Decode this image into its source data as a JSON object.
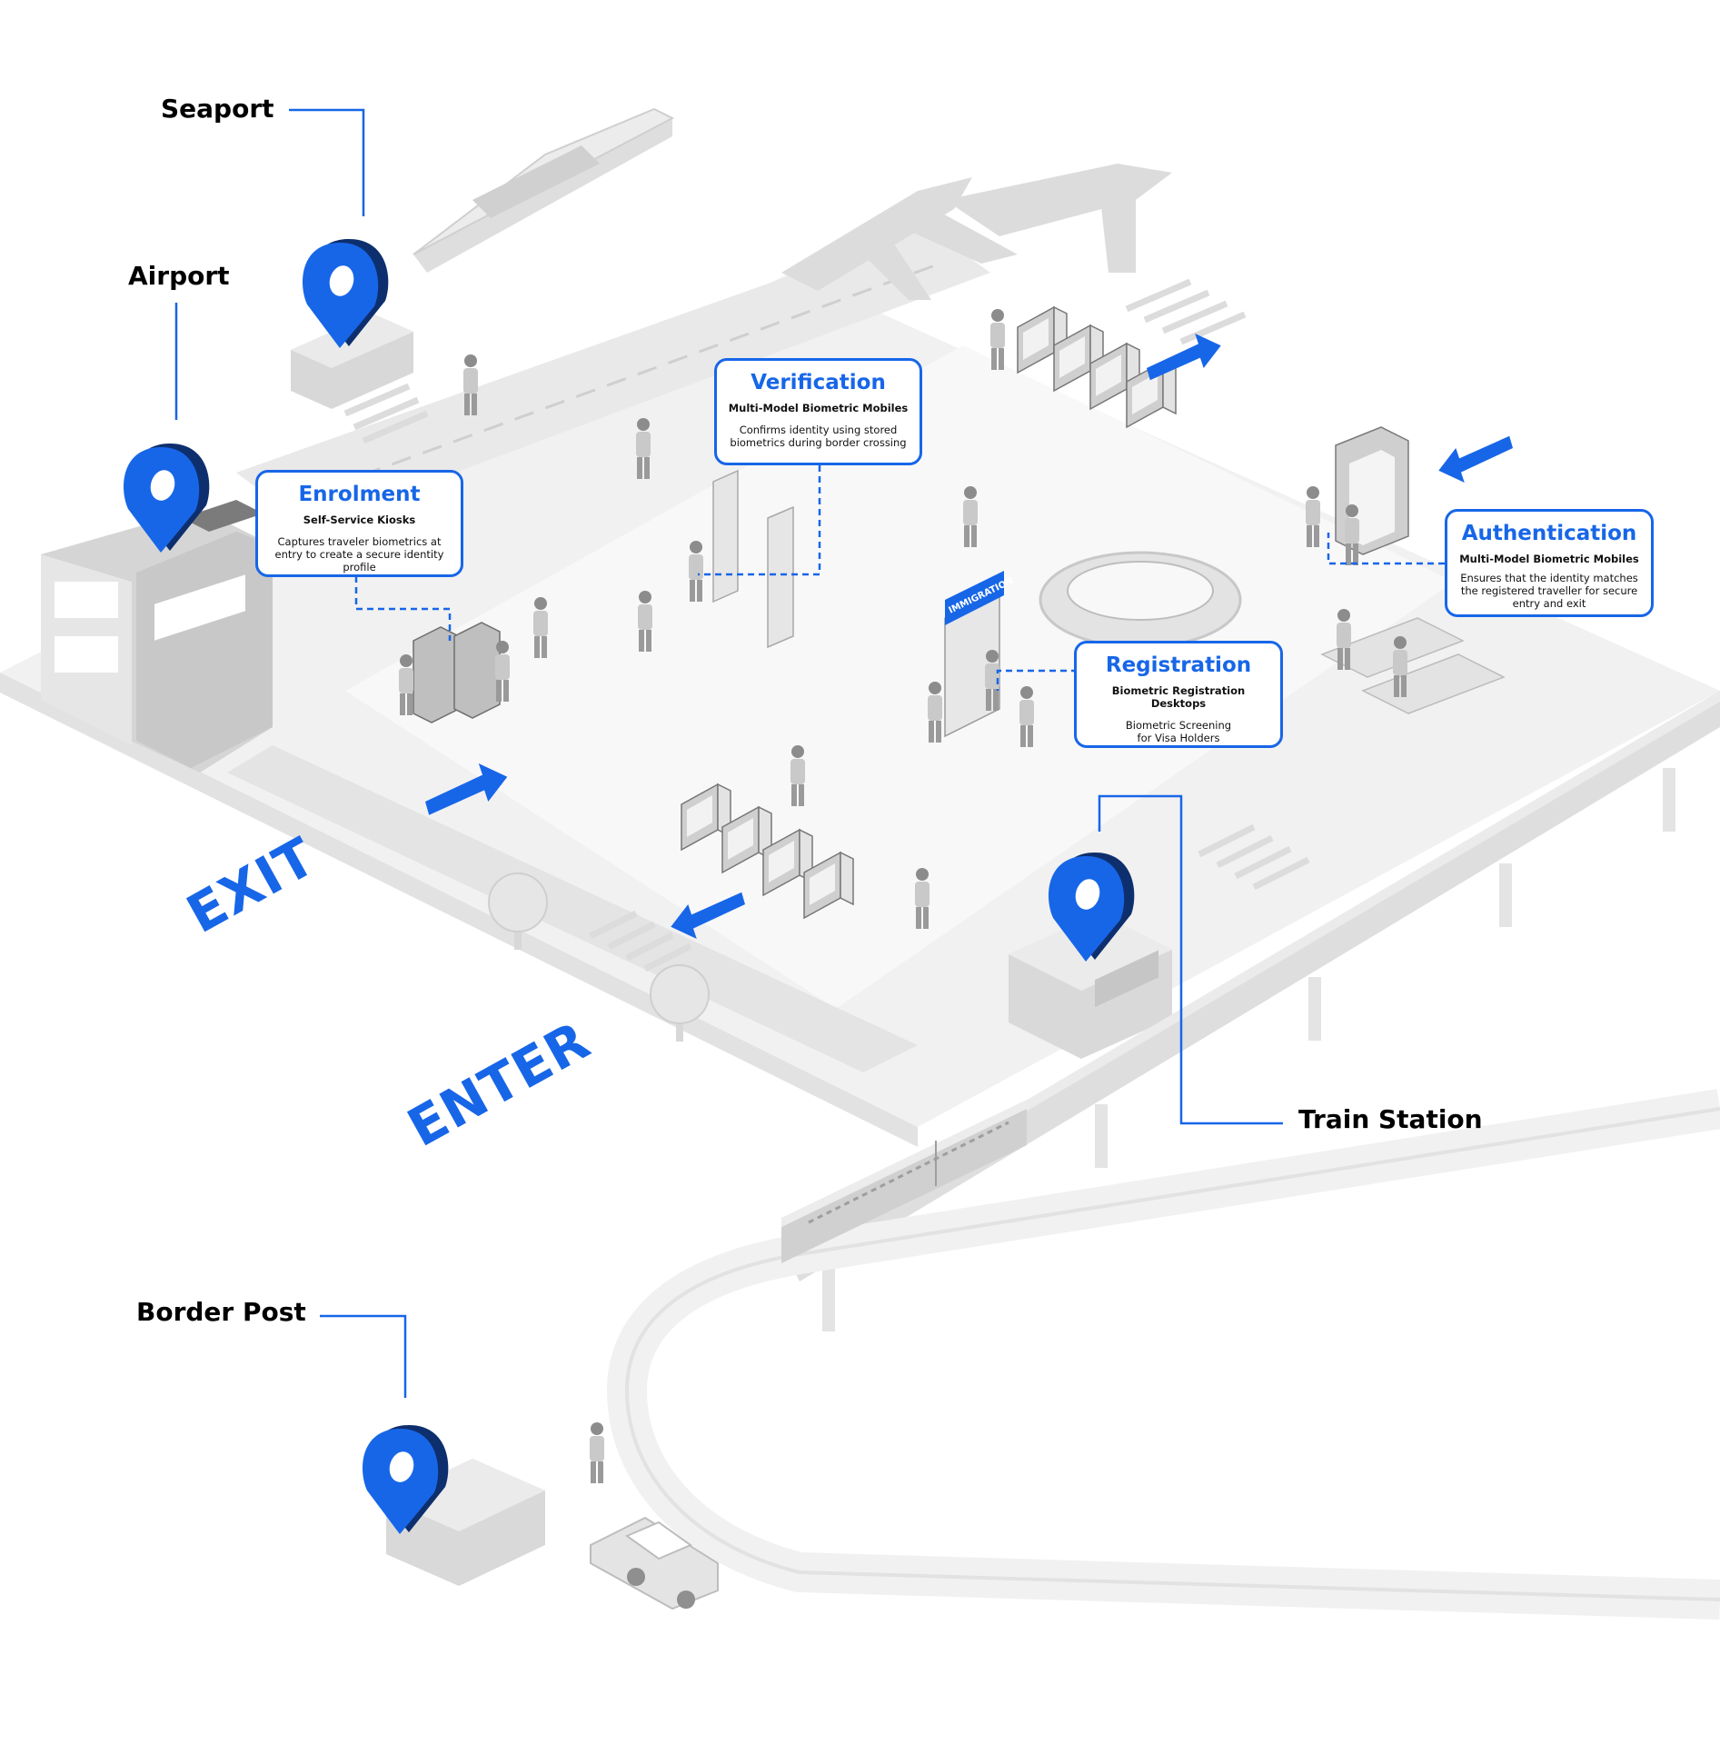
{
  "locations": {
    "seaport": "Seaport",
    "airport": "Airport",
    "train_station": "Train Station",
    "border_post": "Border Post"
  },
  "cards": {
    "enrolment": {
      "title": "Enrolment",
      "subtitle": "Self-Service Kiosks",
      "description": "Captures traveler biometrics at entry to create a secure identity profile"
    },
    "verification": {
      "title": "Verification",
      "subtitle": "Multi-Model Biometric Mobiles",
      "description": "Confirms identity using stored biometrics during border crossing"
    },
    "authentication": {
      "title": "Authentication",
      "subtitle": "Multi-Model Biometric Mobiles",
      "description": "Ensures that the identity matches the registered traveller for secure entry and exit"
    },
    "registration": {
      "title": "Registration",
      "subtitle": "Biometric Registration Desktops",
      "description": "Biometric Screening for Visa Holders"
    }
  },
  "signs": {
    "immigration": "IMMIGRATION",
    "exit": "EXIT",
    "enter": "ENTER"
  },
  "colors": {
    "accent": "#1766e8",
    "pin_dark": "#0e2f6e",
    "ground": "#f0f0f0",
    "structure": "#d6d6d6"
  },
  "icons": [
    "location-pin-icon",
    "direction-arrow-icon"
  ]
}
